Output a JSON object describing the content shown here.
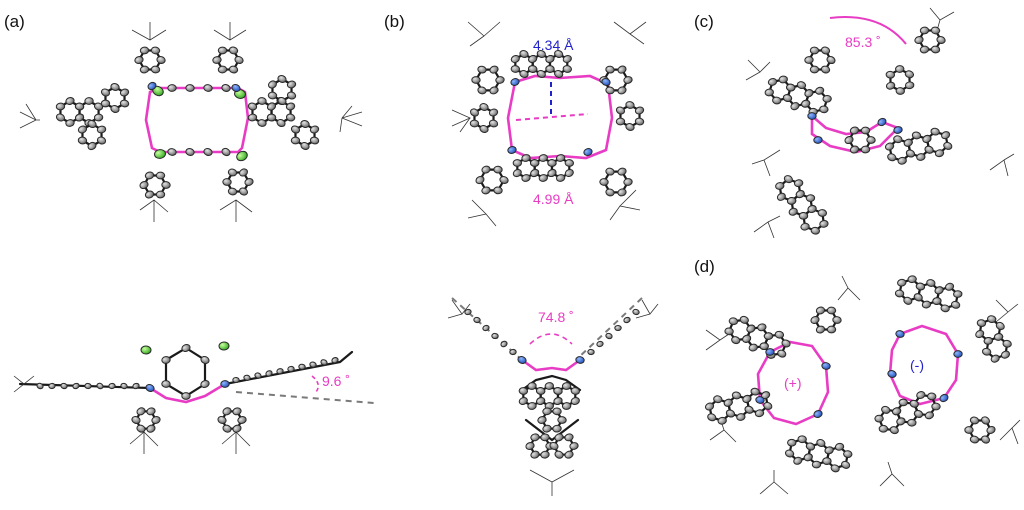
{
  "panels": {
    "a": {
      "label": "(a)",
      "angle": "9.6 ˚"
    },
    "b": {
      "label": "(b)",
      "distance_top": "4.34 Å",
      "distance_bottom": "4.99 Å",
      "angle": "74.8 ˚"
    },
    "c": {
      "label": "(c)",
      "angle": "85.3 ˚"
    },
    "d": {
      "label": "(d)",
      "enantiomer_plus": "(+)",
      "enantiomer_minus": "(-)"
    }
  },
  "colors": {
    "carbon": "#9a9a9a",
    "nitrogen": "#1f5fd6",
    "chlorine": "#4fd43a",
    "macrocycle_bond": "#e83cc4",
    "annotation_pink": "#e83cc4",
    "annotation_blue": "#2222cc",
    "guide_line": "#7a7a7a"
  }
}
